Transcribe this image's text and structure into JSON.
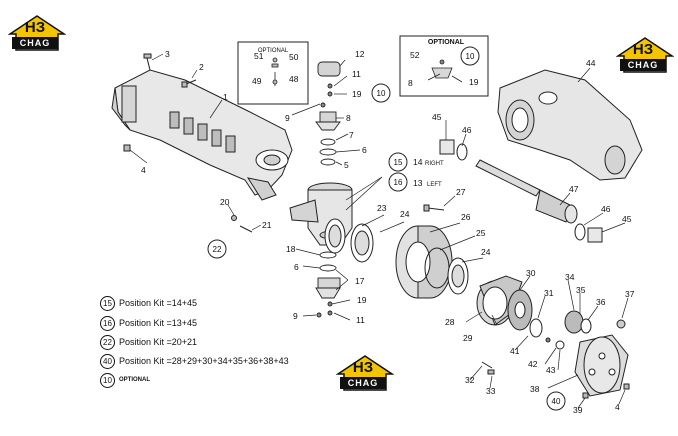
{
  "brand": {
    "logo_text": "НЗ",
    "logo_sub": "CHAG",
    "accent": "#f5c400"
  },
  "optional_boxes": [
    {
      "title": "OPTIONAL",
      "parts": [
        "51",
        "50",
        "49",
        "48"
      ]
    },
    {
      "title": "OPTIONAL",
      "parts": [
        "52",
        "10",
        "8",
        "19"
      ]
    }
  ],
  "callouts": {
    "p1": "1",
    "p2": "2",
    "p3": "3",
    "p4a": "4",
    "p4b": "4",
    "p5": "5",
    "p6a": "6",
    "p6b": "6",
    "p7": "7",
    "p8a": "8",
    "p8b": "8",
    "p9a": "9",
    "p9b": "9",
    "p11a": "11",
    "p11b": "11",
    "p12": "12",
    "p13": "13",
    "p14": "14",
    "p17": "17",
    "p18": "18",
    "p19a": "19",
    "p19b": "19",
    "p20": "20",
    "p21": "21",
    "p23": "23",
    "p24a": "24",
    "p24b": "24",
    "p25": "25",
    "p26": "26",
    "p27": "27",
    "p28": "28",
    "p29": "29",
    "p30": "30",
    "p31": "31",
    "p32": "32",
    "p33": "33",
    "p34": "34",
    "p35": "35",
    "p36": "36",
    "p37": "37",
    "p38": "38",
    "p39": "39",
    "p41": "41",
    "p42": "42",
    "p43": "43",
    "p44": "44",
    "p45a": "45",
    "p45b": "45",
    "p46a": "46",
    "p46b": "46",
    "p47": "47"
  },
  "circled": {
    "c10a": "10",
    "c15": "15",
    "c16": "16",
    "c22": "22",
    "c40": "40"
  },
  "side_labels": {
    "right": "RIGHT",
    "left": "LEFT"
  },
  "legend": [
    {
      "num": "15",
      "text": "Position Kit =14+45"
    },
    {
      "num": "16",
      "text": "Position Kit =13+45"
    },
    {
      "num": "22",
      "text": "Position Kit =20+21"
    },
    {
      "num": "40",
      "text": "Position Kit =28+29+30+34+35+36+38+43"
    },
    {
      "num": "10",
      "text": "OPTIONAL"
    }
  ]
}
